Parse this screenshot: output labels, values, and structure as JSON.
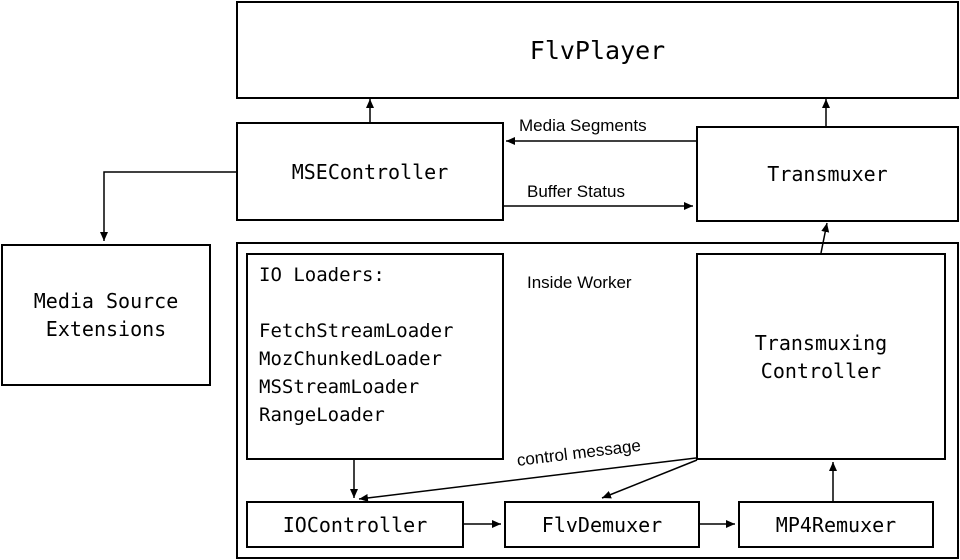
{
  "nodes": {
    "flvplayer": "FlvPlayer",
    "msecontroller": "MSEController",
    "transmuxer": "Transmuxer",
    "media_source_extensions": "Media Source\nExtensions",
    "io_loaders_title": "IO Loaders:",
    "io_loaders": [
      "FetchStreamLoader",
      "MozChunkedLoader",
      "MSStreamLoader",
      "RangeLoader"
    ],
    "transmuxing_controller": "Transmuxing\nController",
    "iocontroller": "IOController",
    "flvdemuxer": "FlvDemuxer",
    "mp4remuxer": "MP4Remuxer"
  },
  "labels": {
    "media_segments": "Media Segments",
    "buffer_status": "Buffer Status",
    "inside_worker": "Inside Worker",
    "control_message": "control message"
  },
  "colors": {
    "stroke": "#000000",
    "background": "#ffffff"
  }
}
